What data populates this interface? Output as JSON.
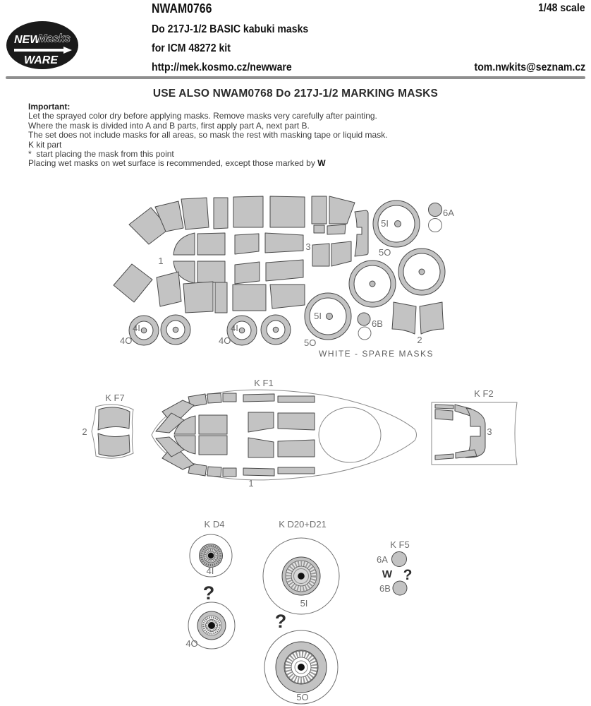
{
  "header": {
    "product_code": "NWAM0766",
    "scale": "1/48 scale",
    "title_line1": "Do 217J-1/2 BASIC kabuki masks",
    "title_line2": "for ICM 48272 kit",
    "website": "http://mek.kosmo.cz/newware",
    "email": "tom.nwkits@seznam.cz",
    "logo": {
      "line1": "NEW",
      "line2": "Masks",
      "line3": "WARE"
    }
  },
  "notice": "USE ALSO NWAM0768 Do 217J-1/2 MARKING MASKS",
  "instructions": {
    "heading": "Important:",
    "lines": [
      "Let the sprayed color dry before applying masks. Remove masks very carefully after painting.",
      "Where the mask is divided into A and B parts, first apply part A, next part B.",
      "The set does not include masks for all areas, so mask the rest with masking tape or liquid mask.",
      "K kit part",
      "*  start placing the mask from this point"
    ],
    "last_line_prefix": "Placing wet masks on wet surface is recommended, except those marked by ",
    "wet_marker": "W"
  },
  "diagram": {
    "sheet": {
      "cluster1": "1",
      "cluster3": "3",
      "ring_top_inner": "5I",
      "ring_top_outer": "5O",
      "spare_a": "6A",
      "ring_bottom_inner": "5I",
      "ring_bottom_outer": "5O",
      "spare_b": "6B",
      "butterfly": "2",
      "wheel_inner_1": "4I",
      "wheel_outer_1": "4O",
      "wheel_inner_2": "4I",
      "wheel_outer_2": "4O",
      "spare_note": "WHITE - SPARE MASKS"
    },
    "canopy": {
      "kf7_title": "K F7",
      "kf7_part": "2",
      "kf1_title": "K F1",
      "kf1_part": "1",
      "kf2_title": "K F2",
      "kf2_part": "3"
    },
    "wheels": {
      "kd4_title": "K D4",
      "kd4_inner": "4I",
      "kd4_q": "?",
      "kd4_outer": "4O",
      "kd20_title": "K D20+D21",
      "kd20_inner": "5I",
      "kd20_q": "?",
      "kd20_outer": "5O",
      "kf5_title": "K F5",
      "kf5_a": "6A",
      "kf5_w": "W",
      "kf5_q": "?",
      "kf5_b": "6B"
    }
  }
}
